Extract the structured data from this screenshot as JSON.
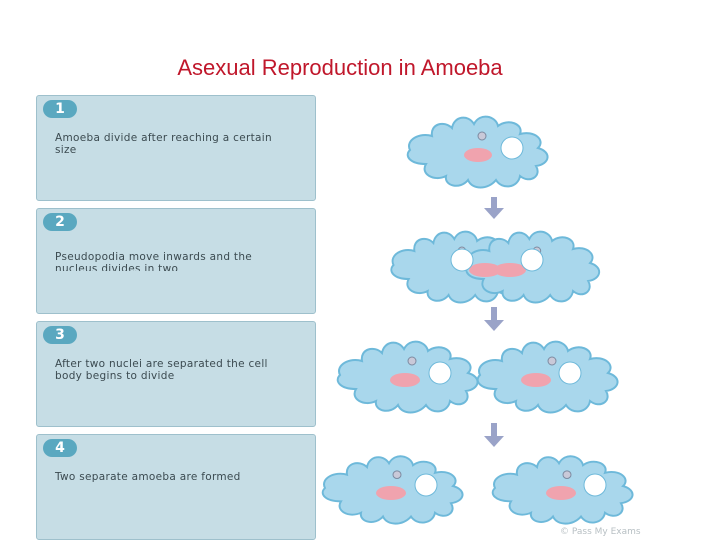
{
  "title": "Asexual Reproduction in Amoeba",
  "steps": [
    {
      "number": "1",
      "text": "Amoeba divide after reaching a certain size"
    },
    {
      "number": "2",
      "text": "Pseudopodia move inwards and the nucleus divides in two"
    },
    {
      "number": "3",
      "text": "After two nuclei are separated the cell body begins to divide"
    },
    {
      "number": "4",
      "text": "Two separate amoeba are formed"
    }
  ],
  "credit": "© Pass My Exams",
  "colors": {
    "title": "#c0172b",
    "panel": "#c6dde5",
    "cell": "#a9d7ec",
    "cell_border": "#6eb9da",
    "nucleus": "#f0a3ae",
    "vacuole": "#ffffff",
    "arrow": "#9aa3c8"
  }
}
